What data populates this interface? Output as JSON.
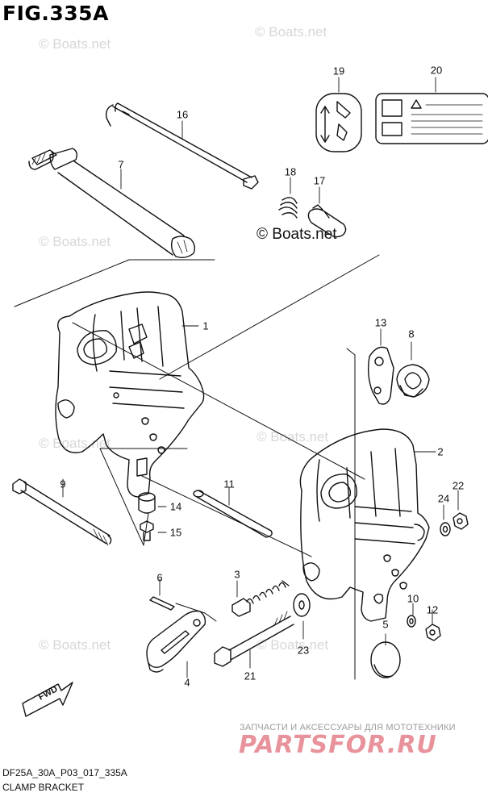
{
  "figure": {
    "title": "FIG.335A"
  },
  "footer": {
    "code": "DF25A_30A_P03_017_335A",
    "name": "CLAMP BRACKET"
  },
  "watermark": {
    "text": "© Boats.net",
    "center_text": "© Boats.net"
  },
  "shop": {
    "tagline": "ЗАПЧАСТИ И АКСЕССУАРЫ ДЛЯ МОТОТЕХНИКИ",
    "logo": "PARTSFOR.RU"
  },
  "fwd": {
    "label": "FWD"
  },
  "callouts": {
    "c1": "1",
    "c2": "2",
    "c3": "3",
    "c4": "4",
    "c5": "5",
    "c6": "6",
    "c7": "7",
    "c8": "8",
    "c9": "9",
    "c10": "10",
    "c11": "11",
    "c12": "12",
    "c13": "13",
    "c14": "14",
    "c15": "15",
    "c16": "16",
    "c17": "17",
    "c18": "18",
    "c19": "19",
    "c20": "20",
    "c21": "21",
    "c22": "22",
    "c23": "23",
    "c24": "24"
  }
}
